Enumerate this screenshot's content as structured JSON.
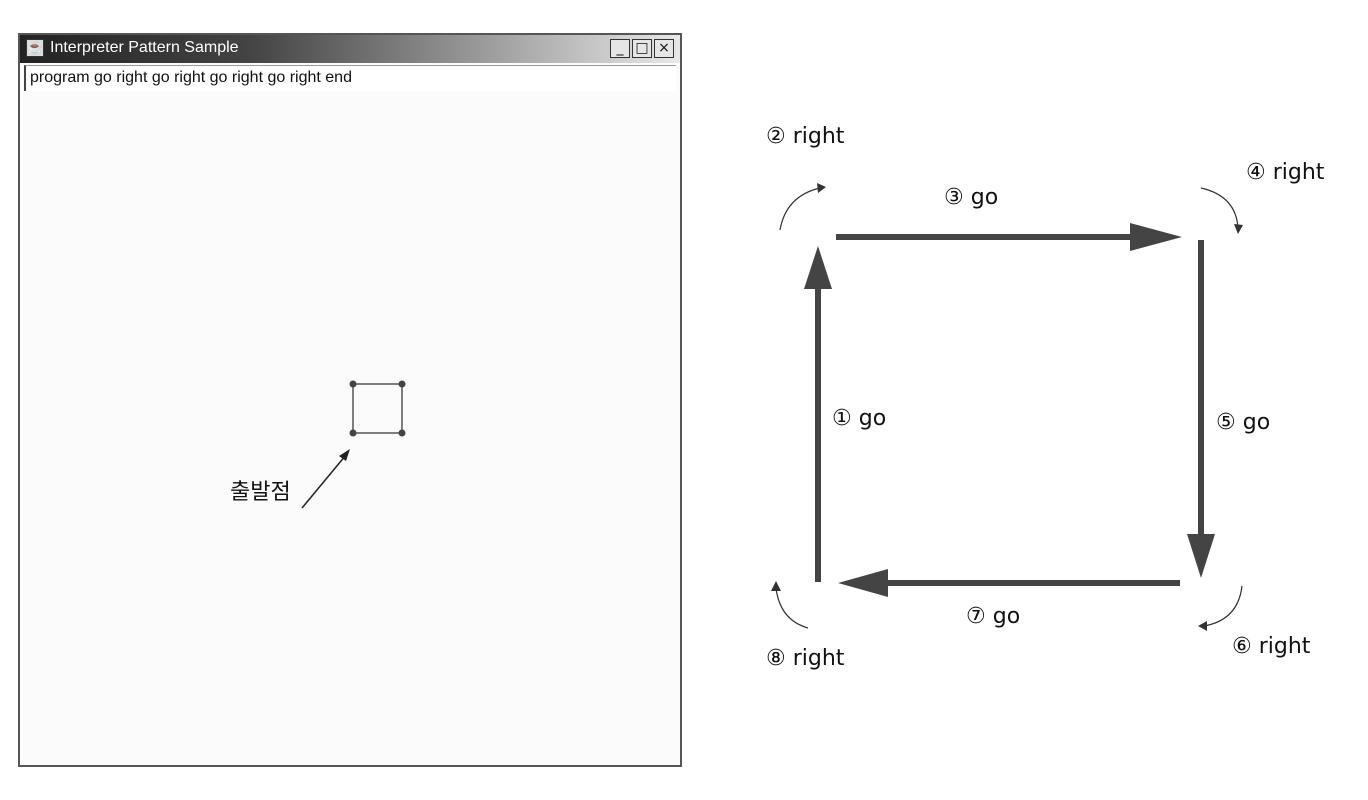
{
  "window": {
    "title": "Interpreter Pattern Sample",
    "buttons": {
      "minimize": "_",
      "maximize": "□",
      "close": "×"
    },
    "command_text": "program go right go right go right go right end",
    "start_point_label": "출발점"
  },
  "diagram": {
    "steps": [
      {
        "num": "①",
        "word": "go"
      },
      {
        "num": "②",
        "word": "right"
      },
      {
        "num": "③",
        "word": "go"
      },
      {
        "num": "④",
        "word": "right"
      },
      {
        "num": "⑤",
        "word": "go"
      },
      {
        "num": "⑥",
        "word": "right"
      },
      {
        "num": "⑦",
        "word": "go"
      },
      {
        "num": "⑧",
        "word": "right"
      }
    ],
    "colors": {
      "arrow": "#444444",
      "line": "#333333"
    }
  }
}
